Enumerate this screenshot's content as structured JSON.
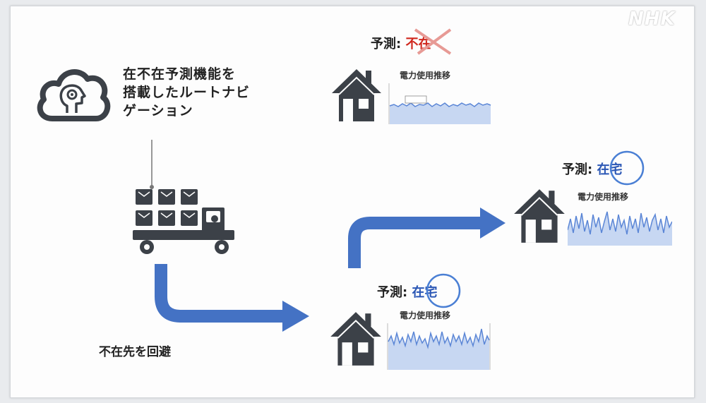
{
  "watermark": "NHK",
  "navi_description": [
    "在不在予測機能を",
    "搭載したルートナビ",
    "ゲーション"
  ],
  "avoid_label": "不在先を回避",
  "predictions": {
    "house_top": {
      "label": "予測:",
      "value": "不在",
      "status": "absent",
      "chart_title": "電力使用推移"
    },
    "house_right": {
      "label": "予測:",
      "value": "在宅",
      "status": "home",
      "chart_title": "電力使用推移"
    },
    "house_bottom": {
      "label": "予測:",
      "value": "在宅",
      "status": "home",
      "chart_title": "電力使用推移"
    }
  },
  "colors": {
    "arrow": "#4472c4",
    "icon": "#3c4148",
    "absent": "#d0271d",
    "home": "#2b57b5",
    "power_line": "#5b86d6"
  }
}
